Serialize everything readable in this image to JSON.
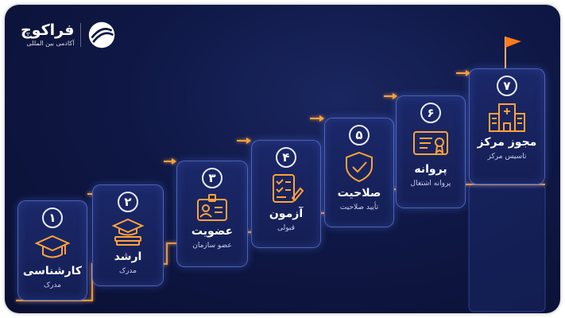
{
  "brand": {
    "name": "فراکوچ",
    "tagline": "آکادمی بین المللی"
  },
  "steps": [
    {
      "num": "۱",
      "title": "کارشناسی",
      "subtitle": "مدرک",
      "icon": "graduation-cap-icon"
    },
    {
      "num": "۲",
      "title": "ارشد",
      "subtitle": "مدرک",
      "icon": "graduation-cap-books-icon"
    },
    {
      "num": "۳",
      "title": "عضویت",
      "subtitle": "عضو سازمان",
      "icon": "id-badge-icon"
    },
    {
      "num": "۴",
      "title": "آزمون",
      "subtitle": "قبولی",
      "icon": "checklist-pen-icon"
    },
    {
      "num": "۵",
      "title": "صلاحیت",
      "subtitle": "تأیید صلاحیت",
      "icon": "shield-check-icon"
    },
    {
      "num": "۶",
      "title": "پروانه",
      "subtitle": "پروانه اشتغال",
      "icon": "certificate-icon"
    },
    {
      "num": "۷",
      "title": "مجوز مرکز",
      "subtitle": "تاسیس مرکز",
      "icon": "building-icon"
    }
  ],
  "colors": {
    "background": "#0f1845",
    "card_border": "#7896ff",
    "accent_glow": "#ff9a2e",
    "flag": "#ff7a1a"
  }
}
